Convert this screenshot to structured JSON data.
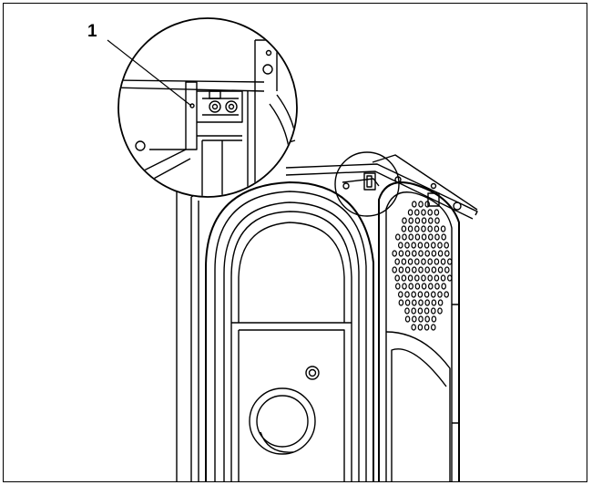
{
  "callouts": [
    {
      "label": "1"
    }
  ],
  "colors": {
    "stroke": "#000000",
    "background": "#ffffff",
    "fill_light": "#f4f4f4"
  },
  "holes": {
    "rows": [
      3,
      5,
      6,
      7,
      8,
      8,
      9,
      9,
      9,
      9,
      8,
      8,
      7,
      6,
      5,
      4
    ]
  }
}
